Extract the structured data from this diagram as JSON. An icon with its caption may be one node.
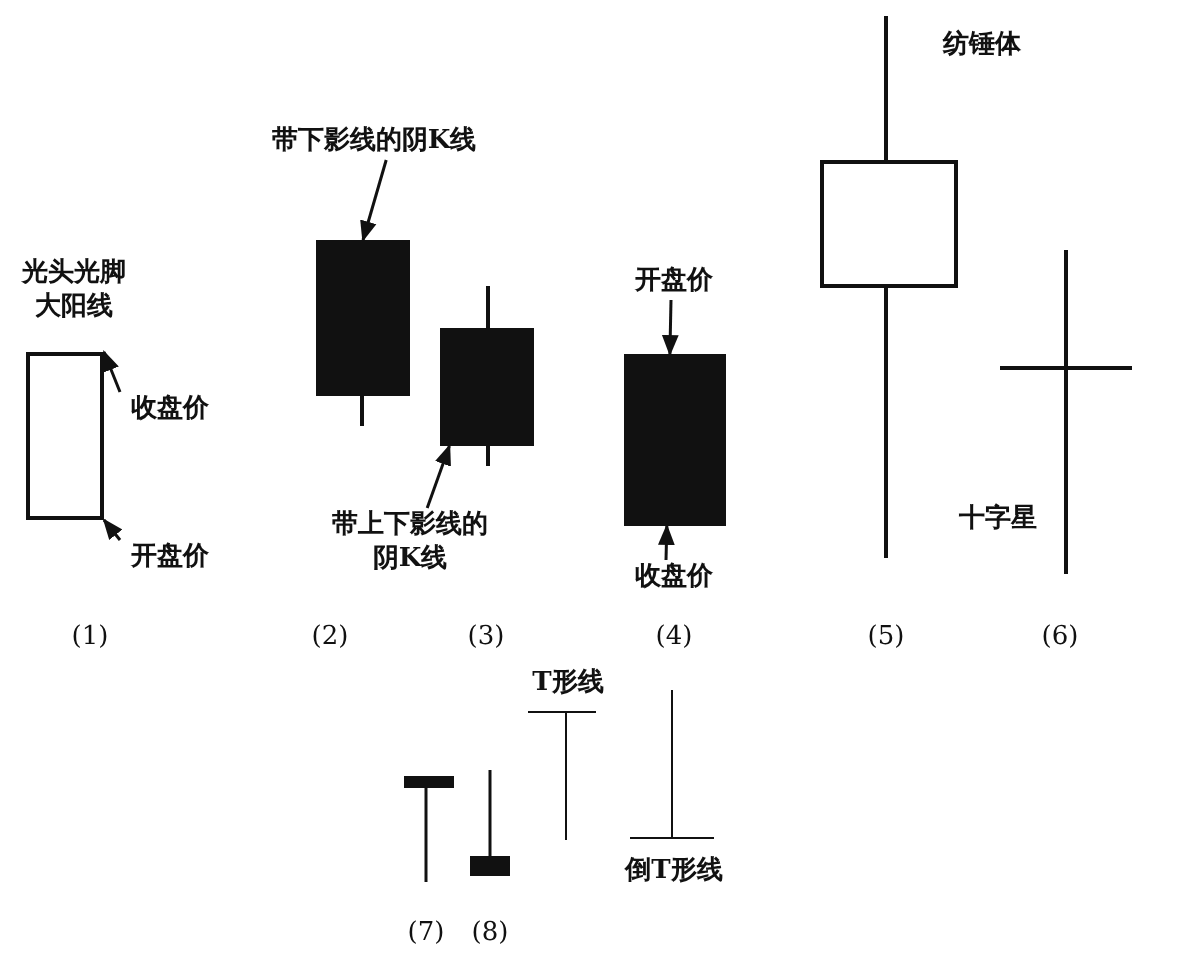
{
  "diagram": {
    "nodes": [
      {
        "text": [
          "收盘价"
        ]
      },
      {
        "text": [
          "开盘价"
        ]
      },
      {
        "text": [],
        "shape": "box"
      },
      {
        "text": [
          "带下影线的阴K线"
        ]
      },
      {
        "text": [],
        "shape": "box"
      },
      {
        "text": [
          "带上下影线的阴K线"
        ]
      },
      {
        "text": [],
        "shape": "box"
      },
      {
        "text": [
          "开盘价"
        ]
      },
      {
        "text": [
          "收盘价"
        ]
      },
      {
        "text": [],
        "shape": "box"
      }
    ],
    "edges": [
      {
        "from": 0,
        "to": 2,
        "arrow": "to"
      },
      {
        "from": 1,
        "to": 2,
        "arrow": "to"
      },
      {
        "from": 3,
        "to": 4,
        "arrow": "to"
      },
      {
        "from": 5,
        "to": 6,
        "arrow": "to"
      },
      {
        "from": 7,
        "to": 9,
        "arrow": "to"
      },
      {
        "from": 8,
        "to": 9,
        "arrow": "to"
      }
    ],
    "labels": [
      "纺锤体",
      "光头光脚大阳线",
      "十字星",
      "(1)",
      "(2)",
      "(3)",
      "(4)",
      "(5)",
      "(6)",
      "T形线",
      "倒T形线",
      "(7)",
      "(8)"
    ]
  }
}
